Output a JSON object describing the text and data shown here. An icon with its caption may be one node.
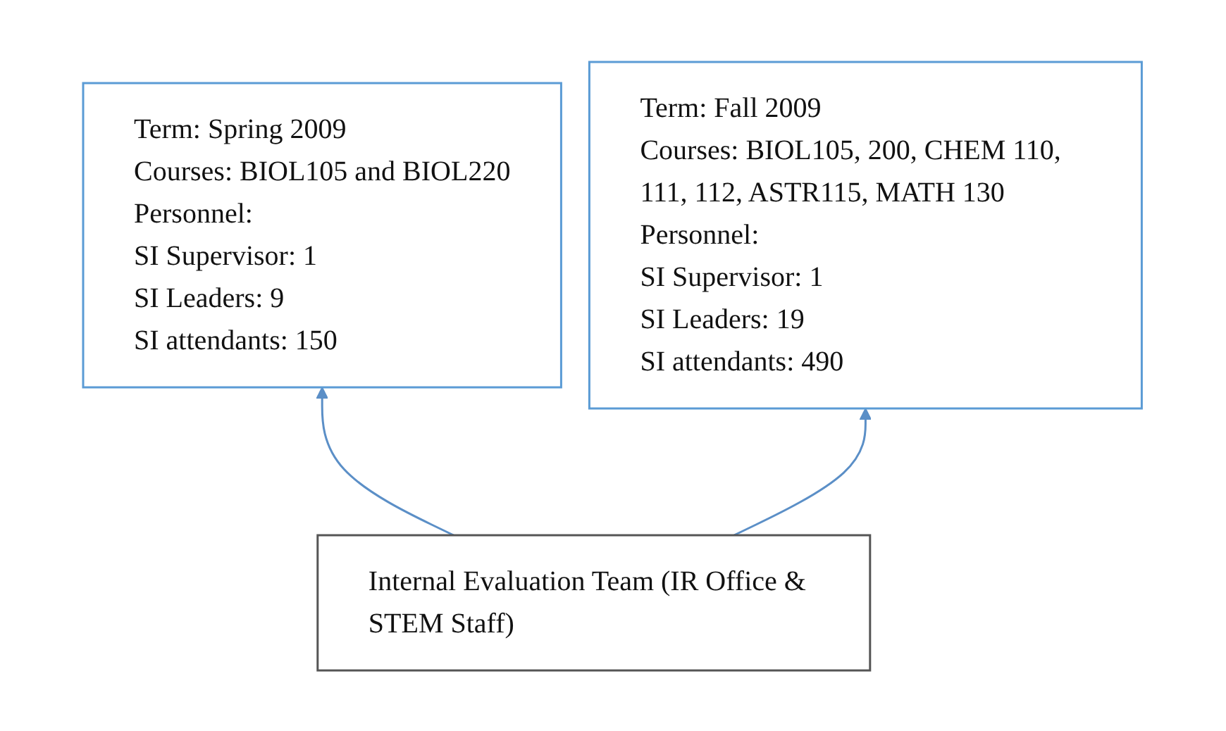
{
  "diagram": {
    "nodes": [
      {
        "text": [
          "Term: Spring 2009",
          "Courses: BIOL105 and BIOL220",
          "Personnel:",
          "SI Supervisor: 1",
          "SI Leaders: 9",
          "SI attendants: 150"
        ]
      },
      {
        "text": [
          "Term: Fall 2009",
          "Courses: BIOL105, 200, CHEM 110, 111, 112, ASTR115, MATH 130",
          "Personnel:",
          "SI Supervisor: 1",
          "SI Leaders: 19",
          "SI attendants: 490"
        ]
      },
      {
        "text": [
          "Internal Evaluation Team (IR Office & STEM Staff)"
        ]
      }
    ],
    "edges": [
      {
        "from": 2,
        "to": 0,
        "arrow": "to"
      },
      {
        "from": 2,
        "to": 1,
        "arrow": "to"
      }
    ]
  }
}
